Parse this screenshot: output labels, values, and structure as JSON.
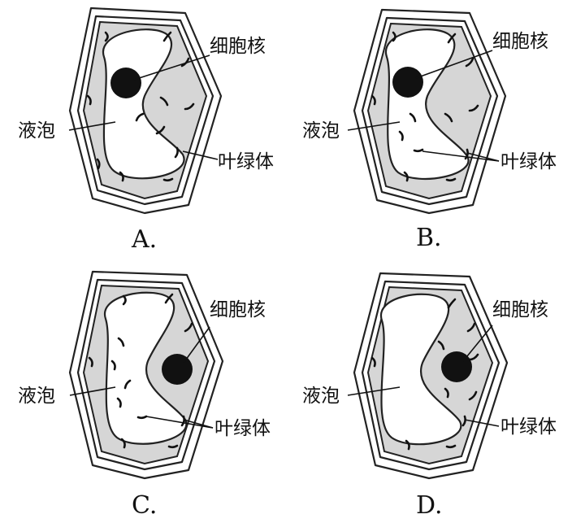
{
  "labels": {
    "nucleus": "细胞核",
    "vacuole": "液泡",
    "chloroplast": "叶绿体"
  },
  "options": [
    "A.",
    "B.",
    "C.",
    "D."
  ],
  "colors": {
    "cytoplasm": "#d6d6d6",
    "nucleus": "#111111",
    "vacuole": "#ffffff",
    "line": "#222222"
  }
}
